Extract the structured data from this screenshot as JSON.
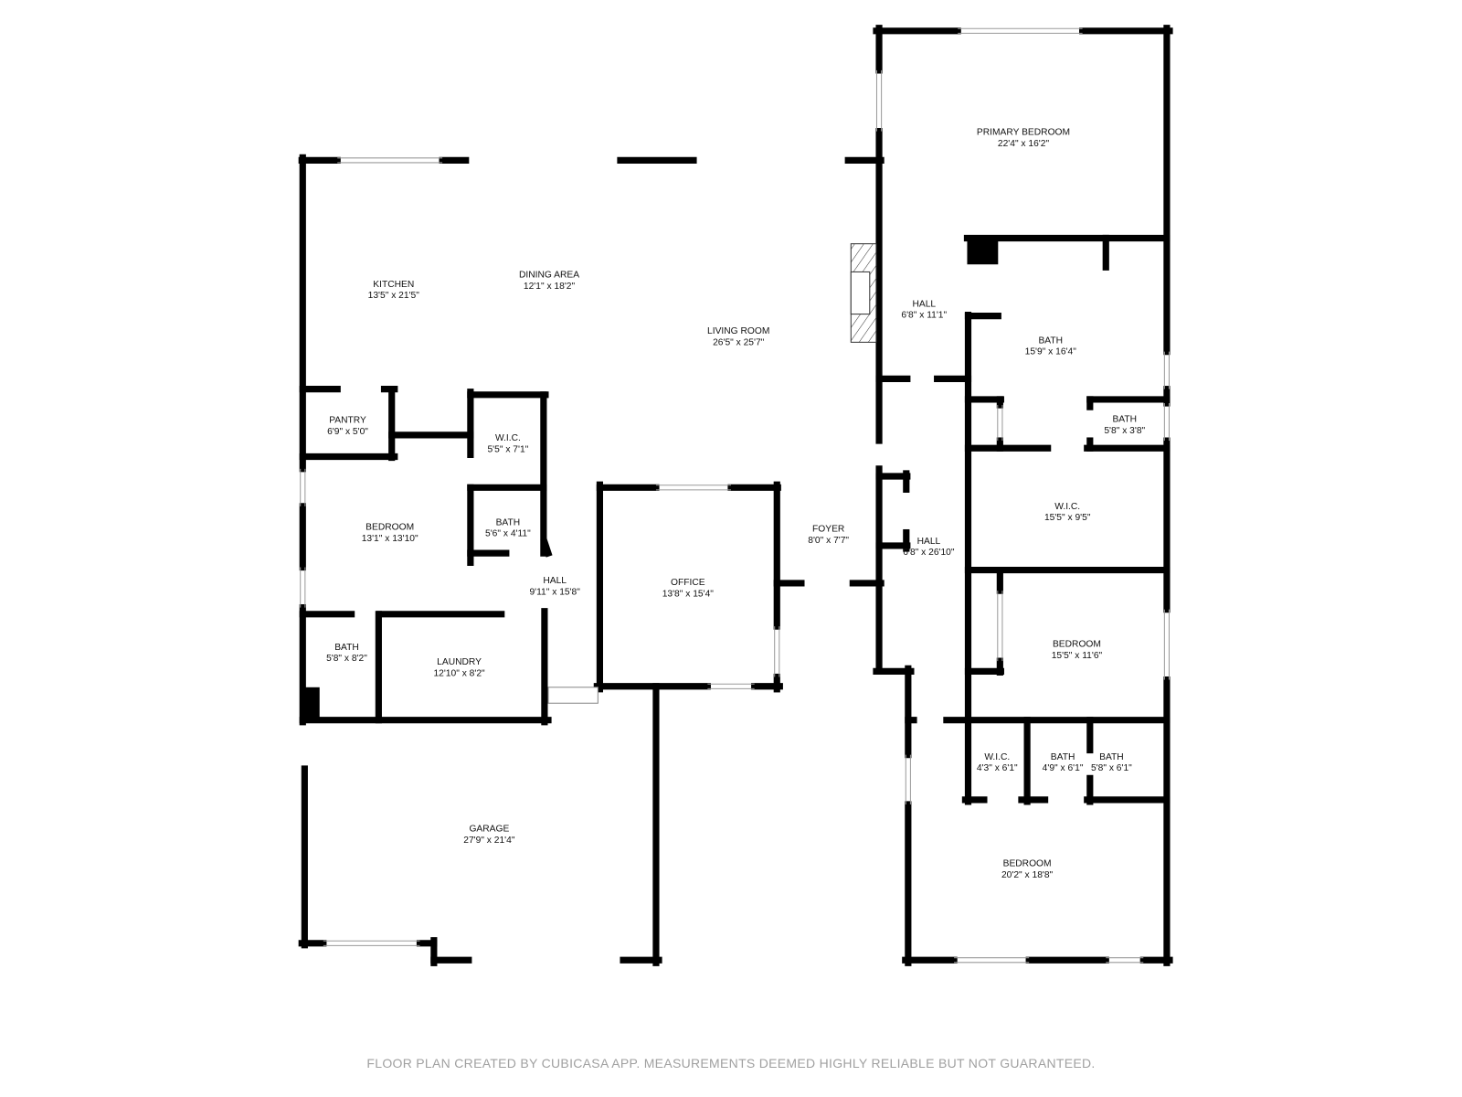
{
  "rooms": [
    {
      "name": "PRIMARY BEDROOM",
      "dims": "22'4\" x 16'2\""
    },
    {
      "name": "KITCHEN",
      "dims": "13'5\" x 21'5\""
    },
    {
      "name": "DINING AREA",
      "dims": "12'1\" x 18'2\""
    },
    {
      "name": "LIVING ROOM",
      "dims": "26'5\" x 25'7\""
    },
    {
      "name": "HALL",
      "dims": "6'8\" x 11'1\""
    },
    {
      "name": "BATH",
      "dims": "15'9\" x 16'4\""
    },
    {
      "name": "PANTRY",
      "dims": "6'9\" x 5'0\""
    },
    {
      "name": "W.I.C.",
      "dims": "5'5\" x 7'1\""
    },
    {
      "name": "BATH",
      "dims": "5'8\" x 3'8\""
    },
    {
      "name": "W.I.C.",
      "dims": "15'5\" x 9'5\""
    },
    {
      "name": "BEDROOM",
      "dims": "13'1\" x 13'10\""
    },
    {
      "name": "BATH",
      "dims": "5'6\" x 4'11\""
    },
    {
      "name": "FOYER",
      "dims": "8'0\" x 7'7\""
    },
    {
      "name": "HALL",
      "dims": "6'8\" x 26'10\""
    },
    {
      "name": "OFFICE",
      "dims": "13'8\" x 15'4\""
    },
    {
      "name": "HALL",
      "dims": "9'11\" x 15'8\""
    },
    {
      "name": "BEDROOM",
      "dims": "15'5\" x 11'6\""
    },
    {
      "name": "BATH",
      "dims": "5'8\" x 8'2\""
    },
    {
      "name": "LAUNDRY",
      "dims": "12'10\" x 8'2\""
    },
    {
      "name": "W.I.C.",
      "dims": "4'3\" x 6'1\""
    },
    {
      "name": "BATH",
      "dims": "4'9\" x 6'1\""
    },
    {
      "name": "BATH",
      "dims": "5'8\" x 6'1\""
    },
    {
      "name": "GARAGE",
      "dims": "27'9\" x 21'4\""
    },
    {
      "name": "BEDROOM",
      "dims": "20'2\" x 18'8\""
    }
  ],
  "footer": "FLOOR PLAN CREATED BY CUBICASA APP. MEASUREMENTS DEEMED HIGHLY RELIABLE BUT NOT GUARANTEED.",
  "colors": {
    "wall": "#000000",
    "window": "#9a9a9a",
    "footer": "#a0a0a0"
  }
}
